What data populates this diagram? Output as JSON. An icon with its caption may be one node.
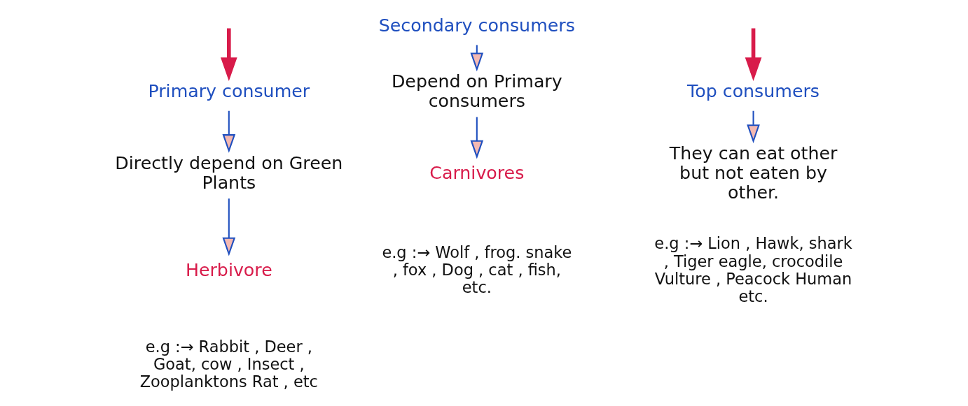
{
  "diagram": {
    "nodes": [
      {
        "text": [
          "Primary consumer"
        ]
      },
      {
        "text": [
          "Directly depend on Green Plants"
        ]
      },
      {
        "text": [
          "Herbivore"
        ]
      },
      {
        "text": [
          "Secondary consumers"
        ]
      },
      {
        "text": [
          "Depend on Primary consumers"
        ]
      },
      {
        "text": [
          "Carnivores"
        ]
      },
      {
        "text": [
          "Top consumers"
        ]
      },
      {
        "text": [
          "They can eat other but not eaten by other."
        ]
      }
    ],
    "edges": [
      {
        "from": null,
        "to": 0,
        "arrow": "to",
        "color": "#d81b4a",
        "style": "thick"
      },
      {
        "from": null,
        "to": 6,
        "arrow": "to",
        "color": "#d81b4a",
        "style": "thick"
      },
      {
        "from": 0,
        "to": 1,
        "arrow": "to"
      },
      {
        "from": 1,
        "to": 2,
        "arrow": "to"
      },
      {
        "from": 3,
        "to": 4,
        "arrow": "to"
      },
      {
        "from": 4,
        "to": 5,
        "arrow": "to"
      },
      {
        "from": 6,
        "to": 7,
        "arrow": "to"
      }
    ],
    "labels": [
      "e.g :→ Rabbit , Deer , Goat, cow , Insect , Zooplanktons Rat , etc",
      "e.g :→ Wolf , frog. snake , fox , Dog , cat , fish, etc.",
      "e.g :→ Lion , Hawk, shark , Tiger eagle, crocodile Vulture , Peacock Human etc."
    ]
  }
}
